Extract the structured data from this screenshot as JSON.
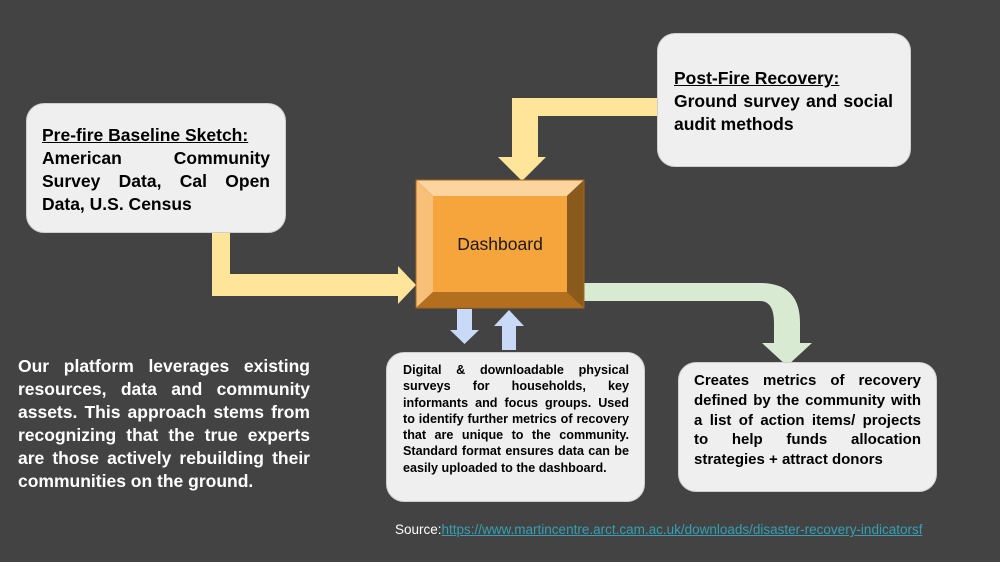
{
  "diagram": {
    "center": {
      "label": "Dashboard"
    },
    "prefire": {
      "title": "Pre-fire Baseline Sketch:",
      "body": "American Community Survey Data, Cal Open Data, U.S. Census"
    },
    "postfire": {
      "title": "Post-Fire Recovery:",
      "body": "Ground survey and social audit methods"
    },
    "surveys": {
      "body": "Digital & downloadable physical surveys for households, key informants and focus groups. Used to identify further metrics of recovery that are unique to the community. Standard format ensures data can be easily uploaded to the dashboard."
    },
    "metrics": {
      "body": "Creates metrics of recovery defined by the community with a list of action items/ projects to help funds allocation strategies + attract donors"
    }
  },
  "platform_text": "Our platform leverages existing resources, data and community assets. This approach stems from recognizing that the true experts are those actively rebuilding their communities on the ground.",
  "source": {
    "label": "Source:",
    "url": "https://www.martincentre.arct.cam.ac.uk/downloads/disaster-recovery-indicatorsf"
  },
  "colors": {
    "background": "#434343",
    "box_fill": "#efefef",
    "arrow_yellow": "#ffe599",
    "arrow_green": "#d9ead3",
    "arrow_blue": "#c9daf8",
    "dashboard_face": "#f6a43c",
    "link": "#34a0b5"
  }
}
